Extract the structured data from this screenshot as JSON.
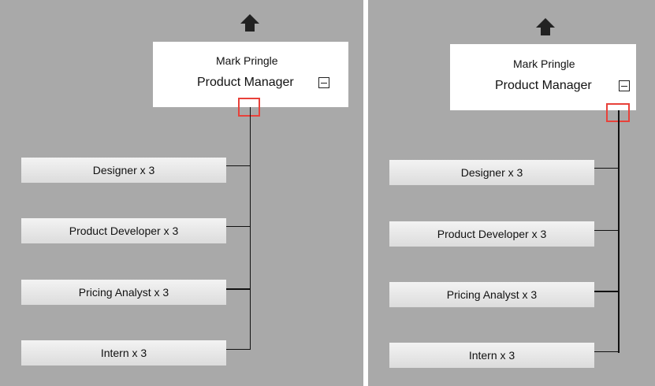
{
  "panels": [
    {
      "manager": {
        "name": "Mark Pringle",
        "title": "Product Manager"
      },
      "roles": [
        {
          "label": "Designer x 3"
        },
        {
          "label": "Product Developer x 3"
        },
        {
          "label": "Pricing Analyst x 3"
        },
        {
          "label": "Intern x 3"
        }
      ],
      "home_icon": "home-up-icon",
      "collapse_icon": "minus-box-icon",
      "highlight_color": "#e8413a"
    },
    {
      "manager": {
        "name": "Mark Pringle",
        "title": "Product Manager"
      },
      "roles": [
        {
          "label": "Designer x 3"
        },
        {
          "label": "Product Developer x 3"
        },
        {
          "label": "Pricing Analyst x 3"
        },
        {
          "label": "Intern x 3"
        }
      ],
      "home_icon": "home-up-icon",
      "collapse_icon": "minus-box-icon",
      "highlight_color": "#e8413a"
    }
  ],
  "colors": {
    "background": "#a9a9a9",
    "card": "#ffffff",
    "connector": "#111111"
  }
}
